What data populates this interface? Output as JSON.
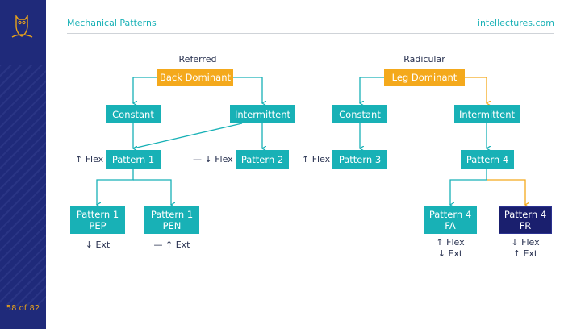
{
  "header": {
    "title": "Mechanical Patterns",
    "site": "intellectures.com"
  },
  "page": {
    "number": "58 of 82"
  },
  "colors": {
    "teal": "#18b1b6",
    "orange": "#f4a91c",
    "navy": "#1a1f6e",
    "sidebar": "#1f2a7a",
    "page_number": "#e8a21b"
  },
  "icons": {
    "logo": "owl-logo-icon"
  },
  "diagram": {
    "referred": {
      "heading": "Referred",
      "root": "Back Dominant",
      "constant": "Constant",
      "intermittent": "Intermittent",
      "pattern1": "Pattern 1",
      "pattern1_label": "↑ Flex",
      "pattern2": "Pattern 2",
      "pattern2_label": "— ↓ Flex",
      "pep_line1": "Pattern 1",
      "pep_line2": "PEP",
      "pep_label": "↓ Ext",
      "pen_line1": "Pattern 1",
      "pen_line2": "PEN",
      "pen_label": "— ↑ Ext"
    },
    "radicular": {
      "heading": "Radicular",
      "root": "Leg Dominant",
      "constant": "Constant",
      "intermittent": "Intermittent",
      "pattern3": "Pattern 3",
      "pattern3_label": "↑ Flex",
      "pattern4": "Pattern 4",
      "fa_line1": "Pattern 4",
      "fa_line2": "FA",
      "fa_label1": "↑ Flex",
      "fa_label2": "↓ Ext",
      "fr_line1": "Pattern 4",
      "fr_line2": "FR",
      "fr_label1": "↓ Flex",
      "fr_label2": "↑ Ext"
    }
  }
}
